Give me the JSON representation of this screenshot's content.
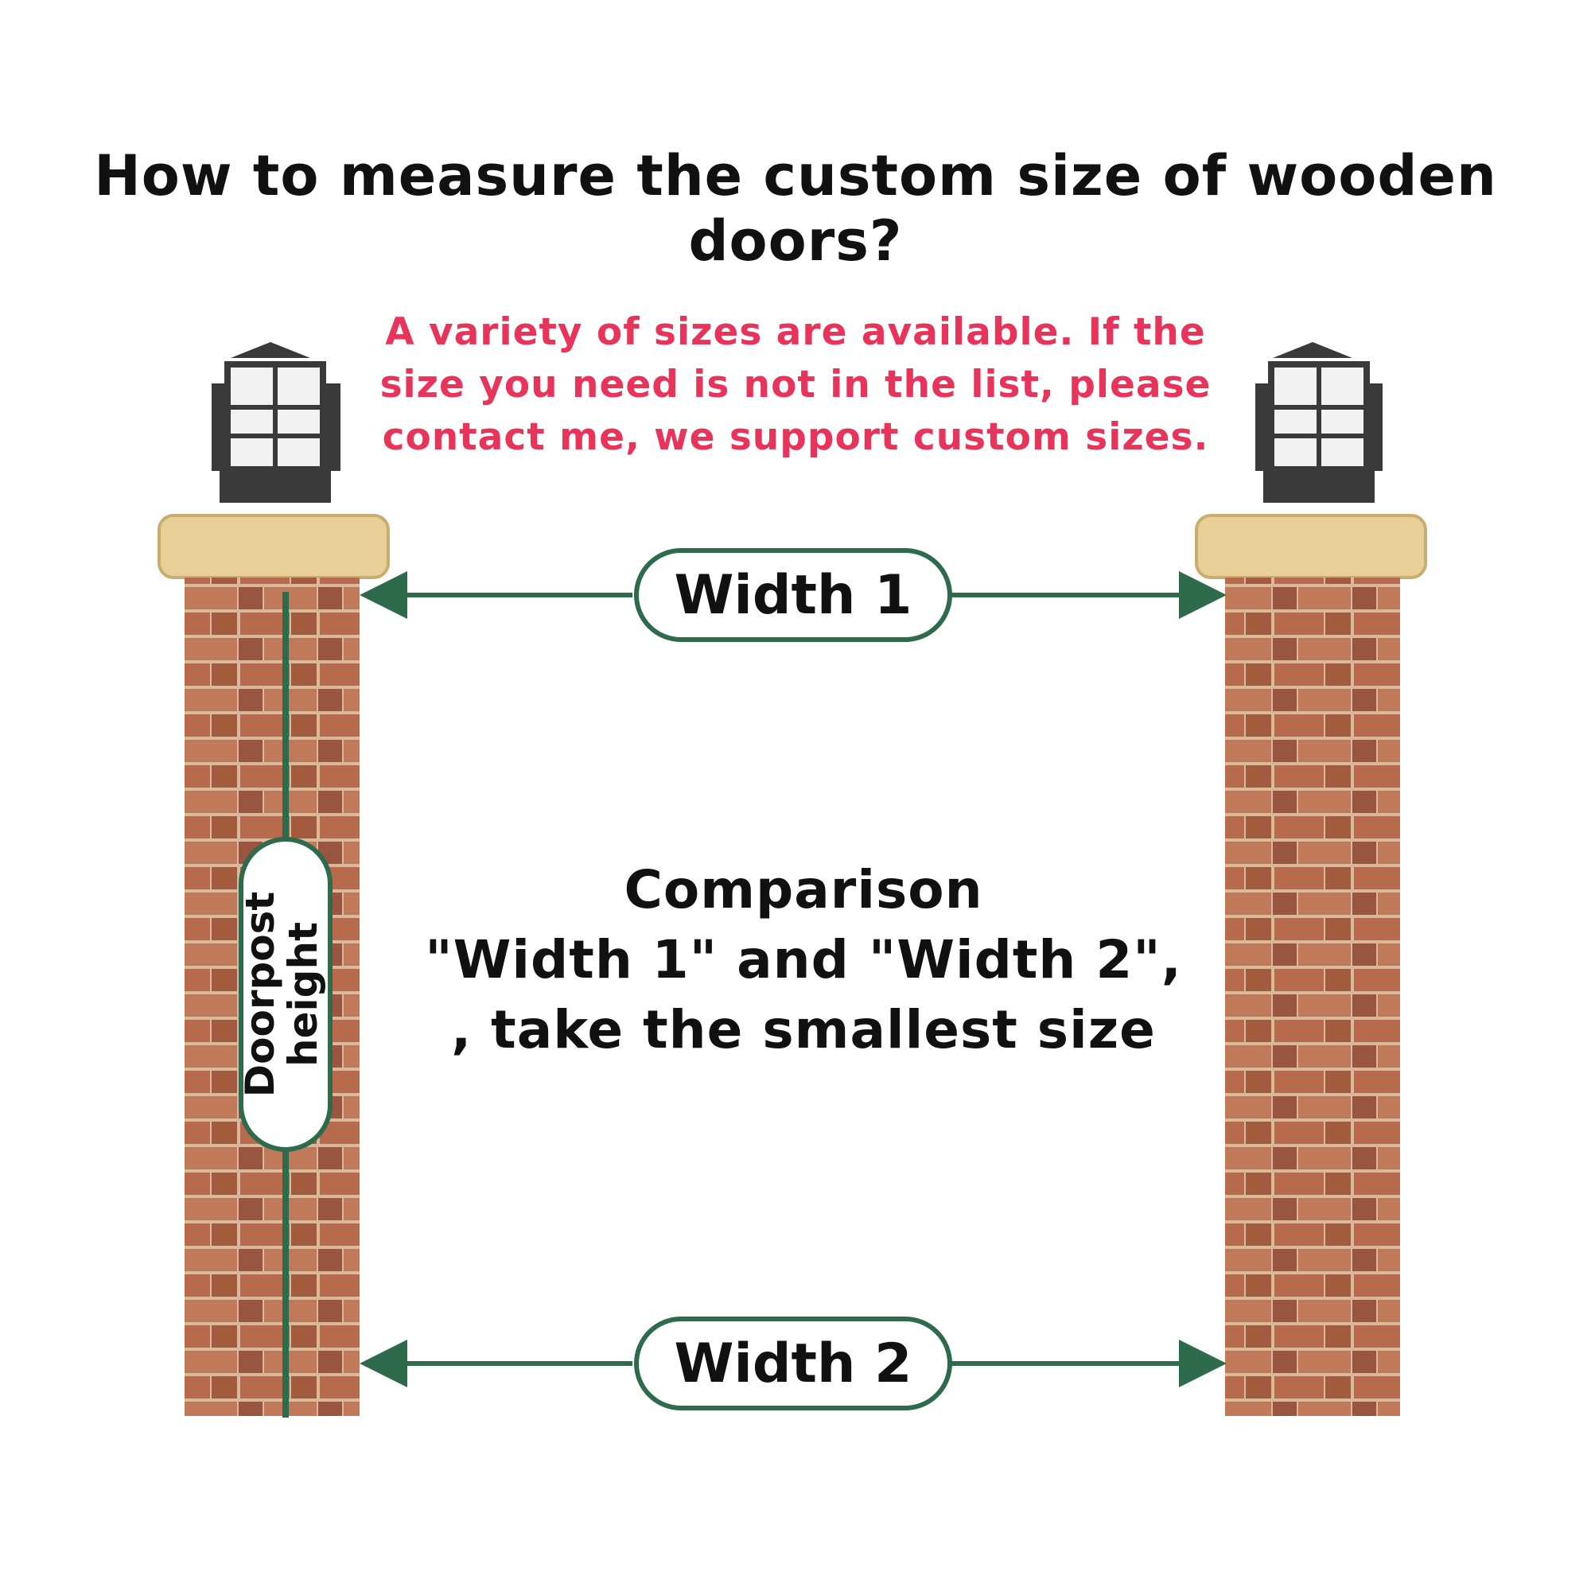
{
  "title": "How to measure the custom size of wooden doors?",
  "notice": {
    "lines": [
      "A variety of sizes are available. If the",
      "size you need is not in the list, please",
      "contact me, we support custom sizes."
    ],
    "color": "#e8335a"
  },
  "labels": {
    "width1": "Width 1",
    "width2": "Width 2",
    "doorpost_line1": "Doorpost",
    "doorpost_line2": "height"
  },
  "comparison": {
    "lines": [
      "Comparison",
      "\"Width 1\" and \"Width 2\",",
      ", take the smallest size"
    ]
  },
  "colors": {
    "brick": "#b86a4c",
    "brick_dark": "#8d4a36",
    "mortar": "#d9b99b",
    "cap": "#e7cf97",
    "measure": "#2e6b4c",
    "lamp": "#3a3a3a",
    "lamp_glass": "#f2f2f2"
  }
}
